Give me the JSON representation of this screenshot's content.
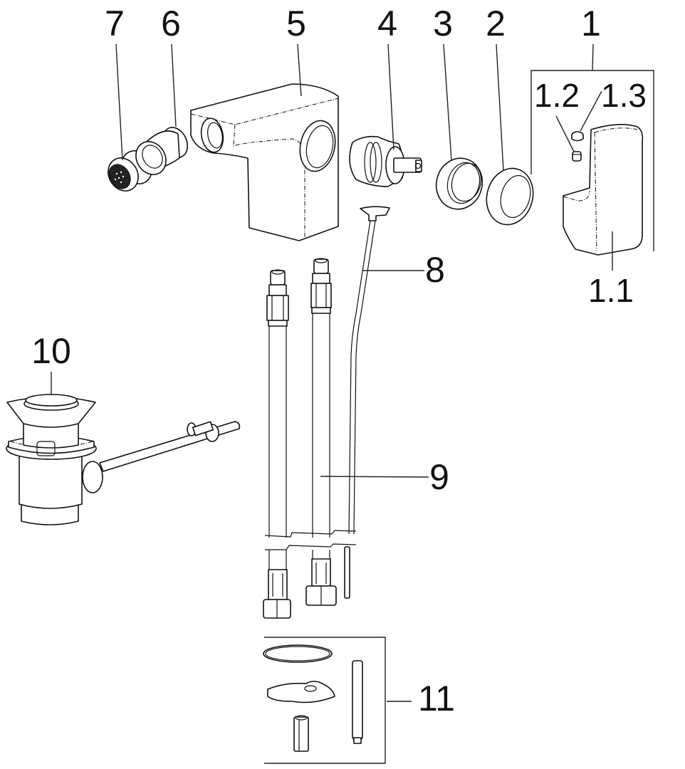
{
  "diagram": {
    "type": "exploded-parts-view",
    "subject": "bidet mixer tap assembly",
    "callouts": {
      "c1": "1",
      "c1_1": "1.1",
      "c1_2": "1.2",
      "c1_3": "1.3",
      "c2": "2",
      "c3": "3",
      "c4": "4",
      "c5": "5",
      "c6": "6",
      "c7": "7",
      "c8": "8",
      "c9": "9",
      "c10": "10",
      "c11": "11"
    },
    "parts": [
      {
        "id": "1",
        "name": "handle-assembly"
      },
      {
        "id": "1.1",
        "name": "handle-lever"
      },
      {
        "id": "1.2",
        "name": "grub-screw"
      },
      {
        "id": "1.3",
        "name": "cover-cap"
      },
      {
        "id": "2",
        "name": "cover-ring"
      },
      {
        "id": "3",
        "name": "threaded-ring"
      },
      {
        "id": "4",
        "name": "cartridge"
      },
      {
        "id": "5",
        "name": "tap-body"
      },
      {
        "id": "6",
        "name": "swivel-aerator-housing"
      },
      {
        "id": "7",
        "name": "aerator"
      },
      {
        "id": "8",
        "name": "pop-up-lift-rod"
      },
      {
        "id": "9",
        "name": "flexible-supply-hoses"
      },
      {
        "id": "10",
        "name": "pop-up-waste"
      },
      {
        "id": "11",
        "name": "fixing-kit"
      }
    ]
  }
}
